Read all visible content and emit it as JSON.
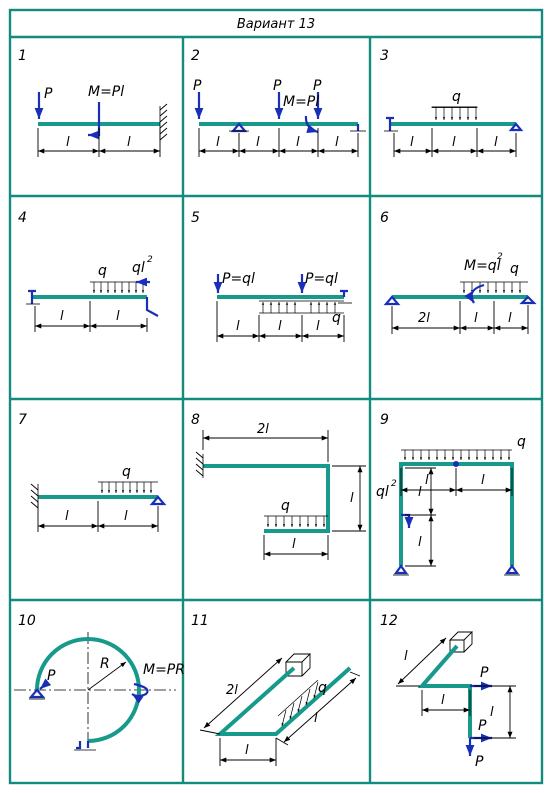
{
  "title": "Вариант 13",
  "panels": [
    {
      "num": "1",
      "labels": [
        "P",
        "M=Pl",
        "l",
        "l"
      ]
    },
    {
      "num": "2",
      "labels": [
        "P",
        "P",
        "P",
        "M=Pl",
        "l",
        "l",
        "l",
        "l"
      ]
    },
    {
      "num": "3",
      "labels": [
        "q",
        "l",
        "l",
        "l"
      ]
    },
    {
      "num": "4",
      "labels": [
        "q",
        "ql",
        "2",
        "l",
        "l"
      ]
    },
    {
      "num": "5",
      "labels": [
        "P=ql",
        "P=ql",
        "l",
        "l",
        "l",
        "q"
      ]
    },
    {
      "num": "6",
      "labels": [
        "M=ql",
        "2",
        "q",
        "2l",
        "l",
        "l"
      ]
    },
    {
      "num": "7",
      "labels": [
        "q",
        "l",
        "l"
      ]
    },
    {
      "num": "8",
      "labels": [
        "2l",
        "l",
        "q",
        "l"
      ]
    },
    {
      "num": "9",
      "labels": [
        "q",
        "ql",
        "2",
        "l",
        "l",
        "l",
        "l"
      ]
    },
    {
      "num": "10",
      "labels": [
        "P",
        "R",
        "M=PR"
      ]
    },
    {
      "num": "11",
      "labels": [
        "2l",
        "q",
        "l",
        "l"
      ]
    },
    {
      "num": "12",
      "labels": [
        "l",
        "P",
        "l",
        "P",
        "l",
        "P"
      ]
    }
  ]
}
